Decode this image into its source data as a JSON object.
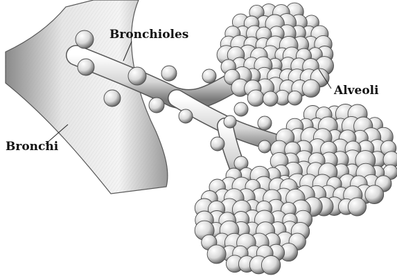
{
  "labels": {
    "bronchioles": "Bronchioles",
    "alveoli": "Alveoli",
    "bronchi": "Bronchi"
  },
  "colors": {
    "ink": "#111111",
    "tissue_light": "#f7f7f7",
    "tissue_mid": "#cfcfcf",
    "tissue_dark": "#6e6e6e"
  }
}
